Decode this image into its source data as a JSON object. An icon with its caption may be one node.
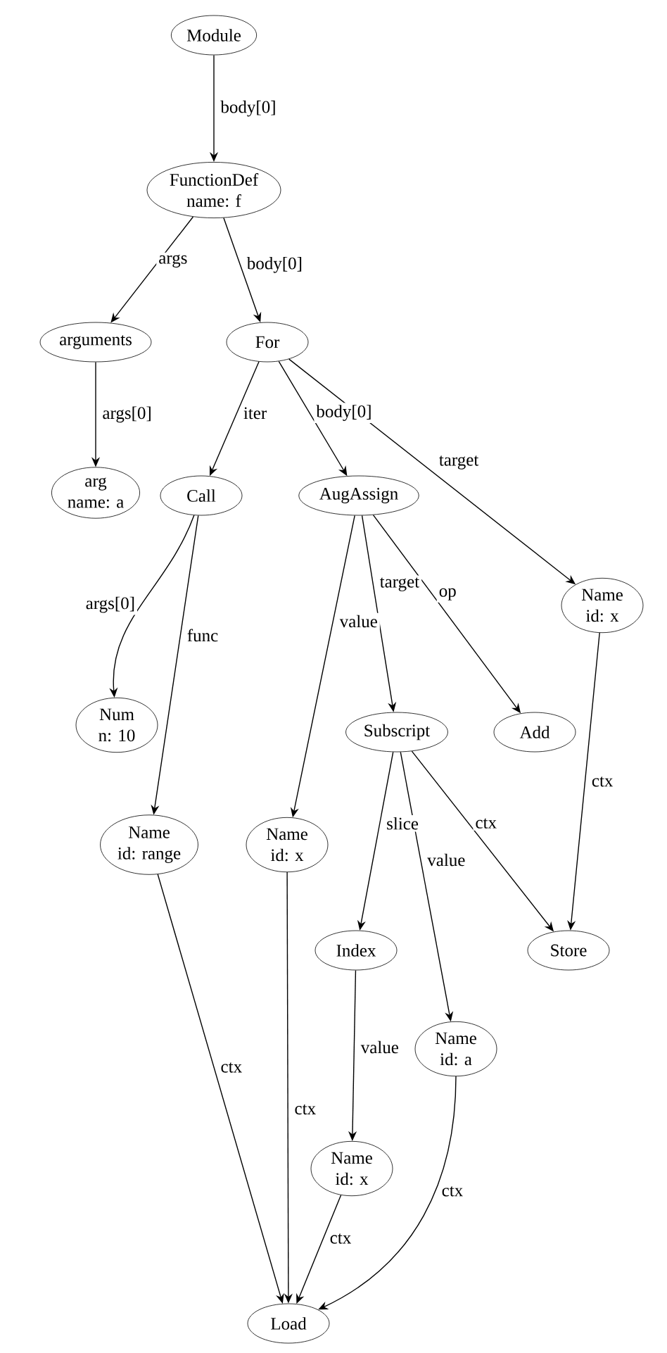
{
  "diagram": {
    "nodes": [
      {
        "text": [
          "Module"
        ]
      },
      {
        "text": [
          "FunctionDef",
          "name: f"
        ]
      },
      {
        "text": [
          "arguments"
        ]
      },
      {
        "text": [
          "For"
        ]
      },
      {
        "text": [
          "arg",
          "name: a"
        ]
      },
      {
        "text": [
          "Call"
        ]
      },
      {
        "text": [
          "AugAssign"
        ]
      },
      {
        "text": [
          "Name",
          "id: x"
        ]
      },
      {
        "text": [
          "Num",
          "n: 10"
        ]
      },
      {
        "text": [
          "Subscript"
        ]
      },
      {
        "text": [
          "Add"
        ]
      },
      {
        "text": [
          "Name",
          "id: range"
        ]
      },
      {
        "text": [
          "Name",
          "id: x"
        ]
      },
      {
        "text": [
          "Store"
        ]
      },
      {
        "text": [
          "Index"
        ]
      },
      {
        "text": [
          "Name",
          "id: a"
        ]
      },
      {
        "text": [
          "Name",
          "id: x"
        ]
      },
      {
        "text": [
          "Load"
        ]
      }
    ],
    "edges": [
      {
        "from": 0,
        "to": 1,
        "arrow": "to",
        "label": "body[0]"
      },
      {
        "from": 1,
        "to": 2,
        "arrow": "to",
        "label": "args"
      },
      {
        "from": 1,
        "to": 3,
        "arrow": "to",
        "label": "body[0]"
      },
      {
        "from": 2,
        "to": 4,
        "arrow": "to",
        "label": "args[0]"
      },
      {
        "from": 3,
        "to": 5,
        "arrow": "to",
        "label": "iter"
      },
      {
        "from": 3,
        "to": 6,
        "arrow": "to",
        "label": "body[0]"
      },
      {
        "from": 3,
        "to": 7,
        "arrow": "to",
        "label": "target"
      },
      {
        "from": 5,
        "to": 8,
        "arrow": "to",
        "label": "args[0]"
      },
      {
        "from": 5,
        "to": 11,
        "arrow": "to",
        "label": "func"
      },
      {
        "from": 6,
        "to": 12,
        "arrow": "to",
        "label": "value"
      },
      {
        "from": 6,
        "to": 9,
        "arrow": "to",
        "label": "target"
      },
      {
        "from": 6,
        "to": 10,
        "arrow": "to",
        "label": "op"
      },
      {
        "from": 7,
        "to": 13,
        "arrow": "to",
        "label": "ctx"
      },
      {
        "from": 9,
        "to": 14,
        "arrow": "to",
        "label": "slice"
      },
      {
        "from": 9,
        "to": 15,
        "arrow": "to",
        "label": "value"
      },
      {
        "from": 9,
        "to": 13,
        "arrow": "to",
        "label": "ctx"
      },
      {
        "from": 11,
        "to": 17,
        "arrow": "to",
        "label": "ctx"
      },
      {
        "from": 12,
        "to": 17,
        "arrow": "to",
        "label": "ctx"
      },
      {
        "from": 14,
        "to": 16,
        "arrow": "to",
        "label": "value"
      },
      {
        "from": 15,
        "to": 17,
        "arrow": "to",
        "label": "ctx"
      },
      {
        "from": 16,
        "to": 17,
        "arrow": "to",
        "label": "ctx"
      }
    ]
  }
}
